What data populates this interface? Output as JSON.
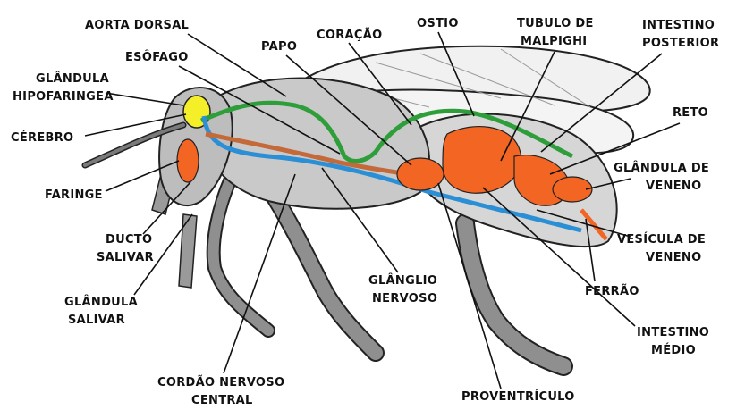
{
  "labels": {
    "aorta_dorsal": "AORTA DORSAL",
    "esofago": "ESÔFAGO",
    "papo": "PAPO",
    "coracao": "CORAÇÃO",
    "ostio": "OSTIO",
    "tubulo_1": "TUBULO DE",
    "tubulo_2": "MALPIGHI",
    "intestino_post_1": "INTESTINO",
    "intestino_post_2": "POSTERIOR",
    "glandula_hipo_1": "GLÂNDULA",
    "glandula_hipo_2": "HIPOFARINGEA",
    "cerebro": "CÉREBRO",
    "reto": "RETO",
    "glandula_veneno_1": "GLÂNDULA DE",
    "glandula_veneno_2": "VENENO",
    "faringe": "FARINGE",
    "ducto_1": "DUCTO",
    "ducto_2": "SALIVAR",
    "vesicula_1": "VESÍCULA DE",
    "vesicula_2": "VENENO",
    "glanglio_1": "GLÂNGLIO",
    "glanglio_2": "NERVOSO",
    "glandula_sal_1": "GLÂNDULA",
    "glandula_sal_2": "SALIVAR",
    "ferrao": "FERRÃO",
    "intestino_med_1": "INTESTINO",
    "intestino_med_2": "MÉDIO",
    "cordao_1": "CORDÃO NERVOSO",
    "cordao_2": "CENTRAL",
    "proventriculo": "PROVENTRÍCULO"
  },
  "colors": {
    "body": "#c9c9c9",
    "body_light": "#e4e4e4",
    "outline": "#222222",
    "organ": "#f26522",
    "aorta": "#2e9e3a",
    "nerve": "#2b8fd6",
    "brain": "#f5ef2a",
    "duct": "#a0307a"
  }
}
